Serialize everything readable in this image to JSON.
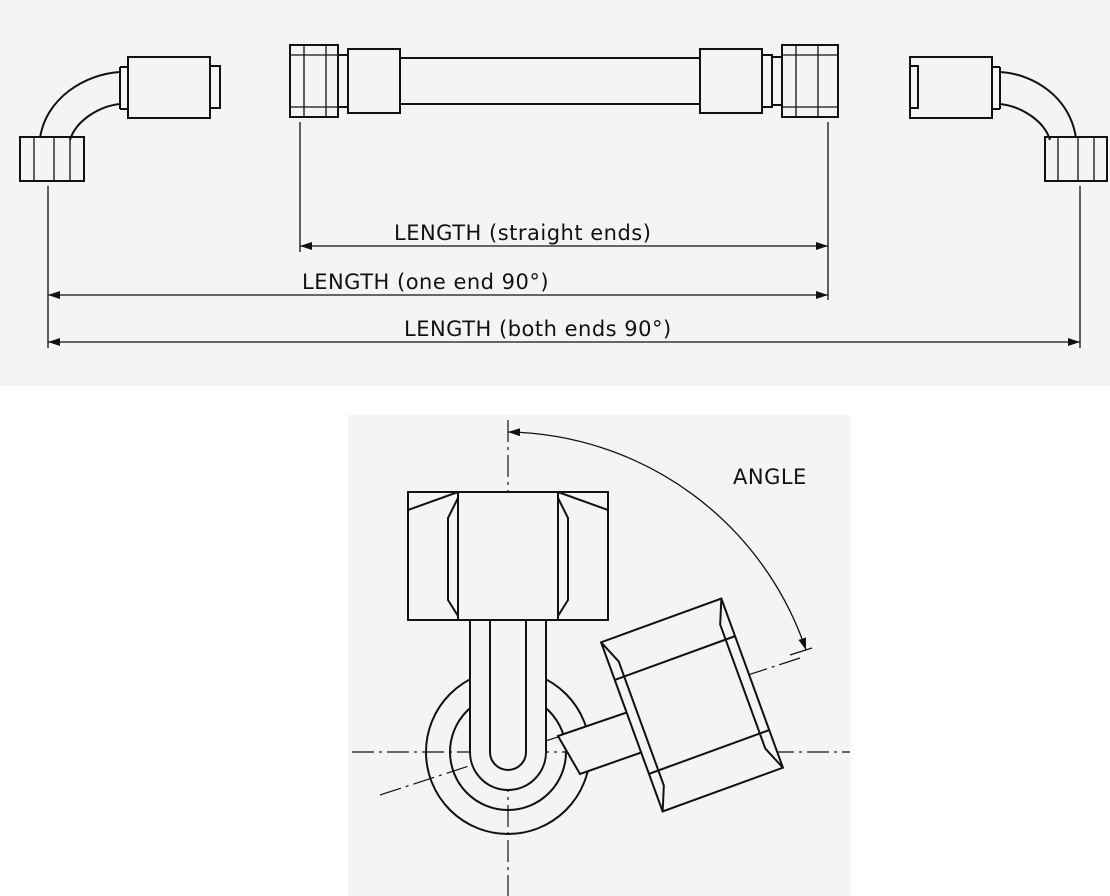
{
  "labels": {
    "straight": "LENGTH (straight ends)",
    "one_end": "LENGTH (one end 90°)",
    "both_ends": "LENGTH (both ends 90°)",
    "angle": "ANGLE"
  },
  "colors": {
    "line": "#111111",
    "panel": "#f4f4f4",
    "background": "#ffffff"
  }
}
